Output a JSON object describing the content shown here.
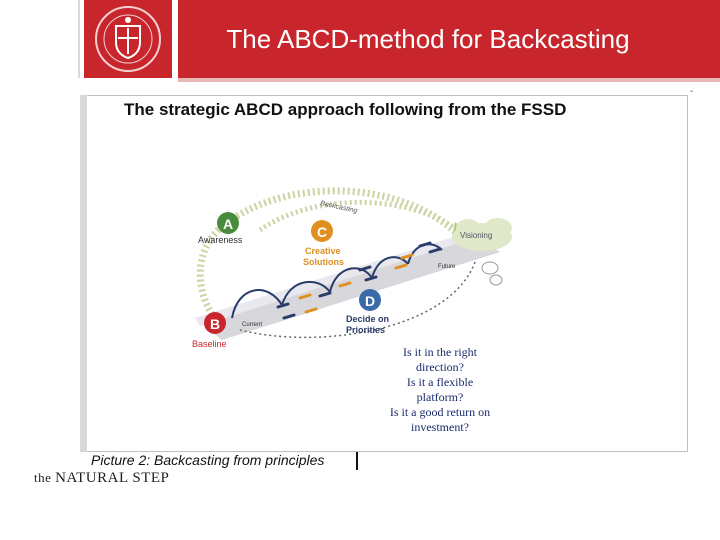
{
  "header": {
    "title": "The ABCD-method for Backcasting"
  },
  "figure": {
    "title": "The strategic ABCD approach following from the FSSD",
    "caption": "Picture 2: Backcasting from principles",
    "labels": {
      "a_letter": "A",
      "a_text": "Awareness",
      "b_letter": "B",
      "b_text": "Baseline",
      "c_letter": "C",
      "c_text_1": "Creative",
      "c_text_2": "Solutions",
      "d_letter": "D",
      "d_text_1": "Decide on",
      "d_text_2": "Priorities",
      "backcasting": "Backcasting",
      "visioning": "Visioning",
      "current": "Current",
      "future": "Future"
    },
    "questions": [
      "Is it in the right",
      "direction?",
      "Is it a flexible",
      "platform?",
      "Is it a good return on",
      "investment?"
    ]
  },
  "footer": {
    "brand_prefix": "the",
    "brand_word1": "NATURAL",
    "brand_word2": "STEP"
  },
  "colors": {
    "header_red": "#c8262c",
    "circle_green": "#4a8a3c",
    "circle_orange": "#e09020",
    "circle_blue": "#3a6aa8",
    "circle_red": "#c8262c",
    "question_navy": "#1a2a6a"
  }
}
